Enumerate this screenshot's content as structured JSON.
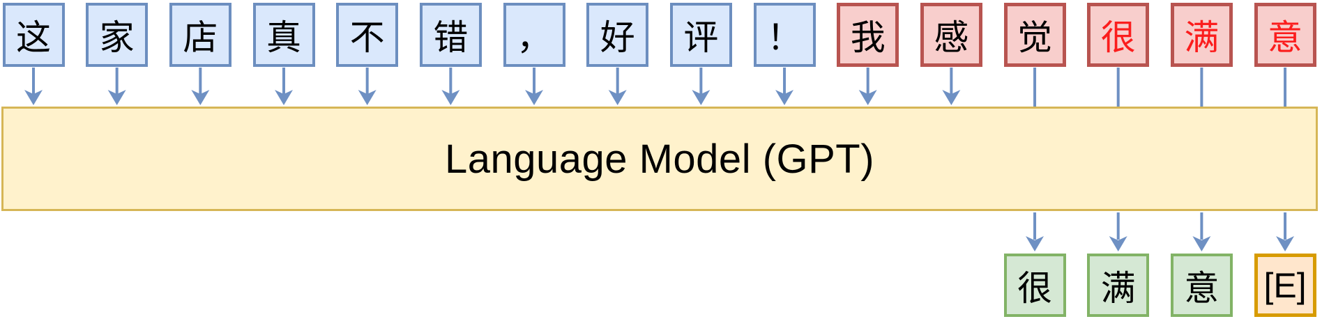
{
  "diagram": {
    "title": "Language Model (GPT)",
    "input_tokens": [
      {
        "char": "这",
        "box": "blue",
        "text_color": "black",
        "arrow": "arrowhead"
      },
      {
        "char": "家",
        "box": "blue",
        "text_color": "black",
        "arrow": "arrowhead"
      },
      {
        "char": "店",
        "box": "blue",
        "text_color": "black",
        "arrow": "arrowhead"
      },
      {
        "char": "真",
        "box": "blue",
        "text_color": "black",
        "arrow": "arrowhead"
      },
      {
        "char": "不",
        "box": "blue",
        "text_color": "black",
        "arrow": "arrowhead"
      },
      {
        "char": "错",
        "box": "blue",
        "text_color": "black",
        "arrow": "arrowhead"
      },
      {
        "char": "，",
        "box": "blue",
        "text_color": "black",
        "arrow": "arrowhead"
      },
      {
        "char": "好",
        "box": "blue",
        "text_color": "black",
        "arrow": "arrowhead"
      },
      {
        "char": "评",
        "box": "blue",
        "text_color": "black",
        "arrow": "arrowhead"
      },
      {
        "char": "！",
        "box": "blue",
        "text_color": "black",
        "arrow": "arrowhead"
      },
      {
        "char": "我",
        "box": "red",
        "text_color": "black",
        "arrow": "arrowhead"
      },
      {
        "char": "感",
        "box": "red",
        "text_color": "black",
        "arrow": "arrowhead"
      },
      {
        "char": "觉",
        "box": "red",
        "text_color": "black",
        "arrow": "plain-line"
      },
      {
        "char": "很",
        "box": "red",
        "text_color": "red",
        "arrow": "plain-line"
      },
      {
        "char": "满",
        "box": "red",
        "text_color": "red",
        "arrow": "plain-line"
      },
      {
        "char": "意",
        "box": "red",
        "text_color": "red",
        "arrow": "plain-line"
      }
    ],
    "output_tokens": [
      {
        "char": "很",
        "box": "green"
      },
      {
        "char": "满",
        "box": "green"
      },
      {
        "char": "意",
        "box": "green"
      },
      {
        "char": "[E]",
        "box": "orange"
      }
    ]
  },
  "palette": {
    "blue_fill": "#dae8fc",
    "blue_stroke": "#6c8ebf",
    "red_fill": "#f8cecc",
    "red_stroke": "#b85450",
    "green_fill": "#d5e8d4",
    "green_stroke": "#82b366",
    "orange_fill": "#ffe6cc",
    "orange_stroke": "#d79b00",
    "model_fill": "#fff2cc",
    "model_stroke": "#d6b656",
    "arrow": "#6e90c3",
    "red_text": "#fb1d1d",
    "black_text": "#000000"
  }
}
